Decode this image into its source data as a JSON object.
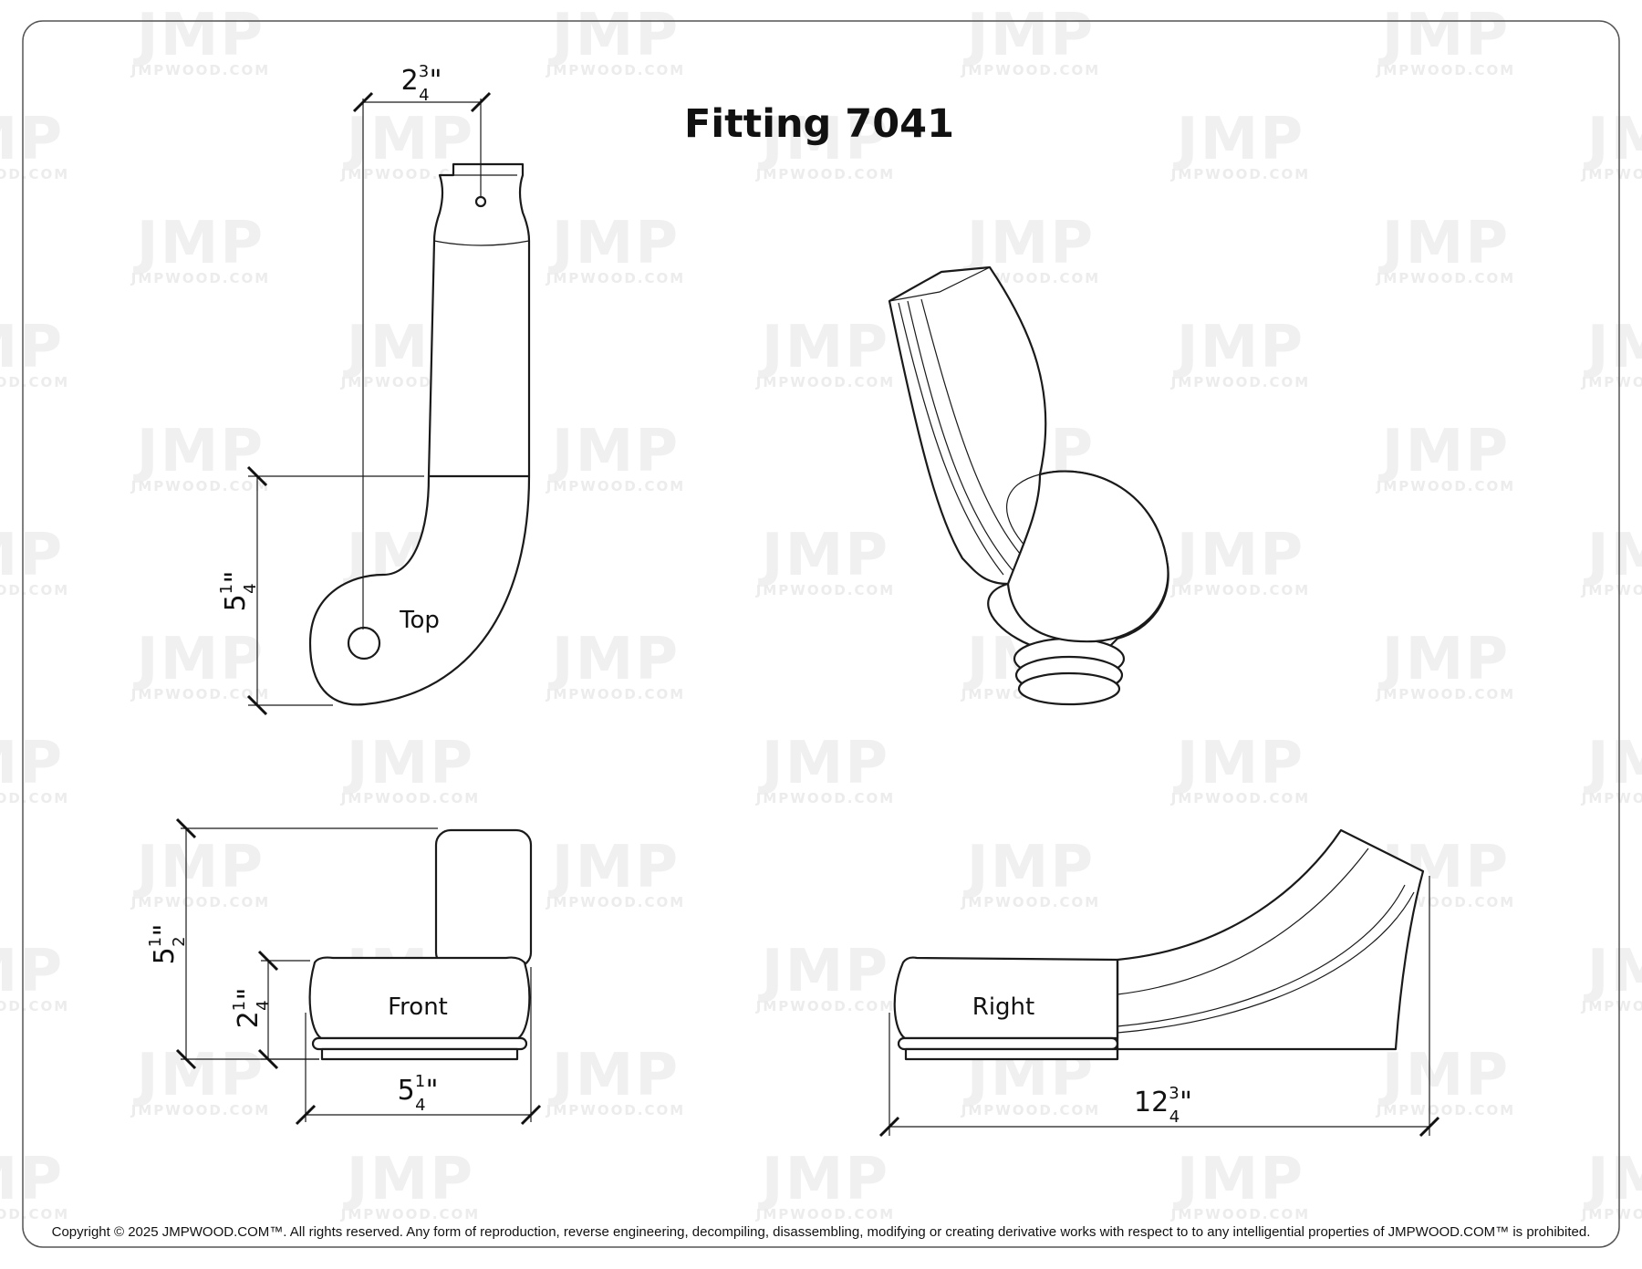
{
  "title": "Fitting 7041",
  "views": {
    "top": "Top",
    "front": "Front",
    "right": "Right"
  },
  "dimensions": {
    "top_width": {
      "whole": "2",
      "num": "3",
      "den": "4",
      "unit": "\""
    },
    "top_depth": {
      "whole": "5",
      "num": "1",
      "den": "4",
      "unit": "\""
    },
    "front_height": {
      "whole": "5",
      "num": "1",
      "den": "2",
      "unit": "\""
    },
    "front_cap_height": {
      "whole": "2",
      "num": "1",
      "den": "4",
      "unit": "\""
    },
    "front_width": {
      "whole": "5",
      "num": "1",
      "den": "4",
      "unit": "\""
    },
    "right_length": {
      "whole": "12",
      "num": "3",
      "den": "4",
      "unit": "\""
    }
  },
  "watermark": {
    "logo": "JMP",
    "url": "JMPWOOD.COM"
  },
  "copyright": "Copyright © 2025 JMPWOOD.COM™. All rights reserved. Any form of reproduction, reverse engineering, decompiling, disassembling, modifying or creating derivative works with respect to to any intelligential properties of JMPWOOD.COM™ is prohibited.",
  "colors": {
    "line": "#1a1a1a",
    "watermark": "#f0f0f0",
    "border": "#555555"
  }
}
